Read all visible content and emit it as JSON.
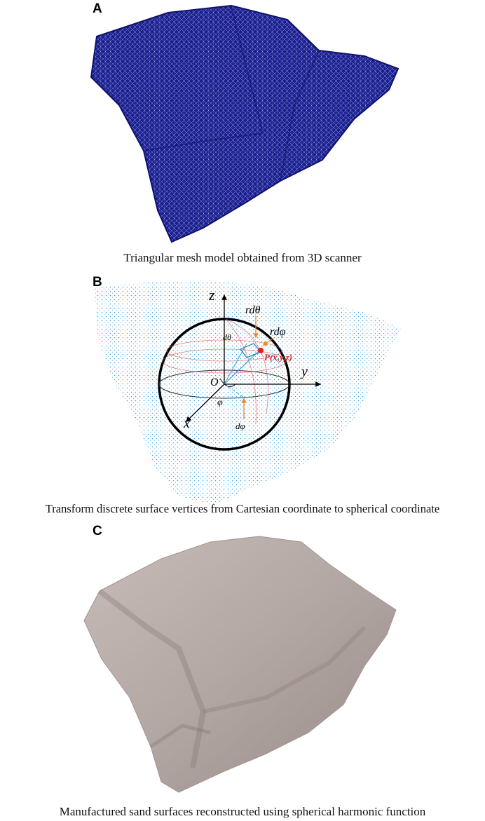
{
  "panels": [
    {
      "letter": "A",
      "caption": "Triangular mesh model obtained from 3D scanner"
    },
    {
      "letter": "B",
      "caption": "Transform discrete surface vertices from Cartesian coordinate to spherical coordinate"
    },
    {
      "letter": "C",
      "caption": "Manufactured sand surfaces reconstructed using spherical harmonic function"
    }
  ],
  "diagram_labels": {
    "z": "z",
    "y": "y",
    "x": "x",
    "origin": "O",
    "r_dtheta": "rdθ",
    "r_dphi": "rdφ",
    "dtheta": "dθ",
    "dphi": "dφ",
    "phi": "φ",
    "point": "P(x,y,z)"
  },
  "colors": {
    "mesh": "#1a1f8f",
    "cloud": "#3aa0e0",
    "surface": "#b9aeaa",
    "point": "#e02020",
    "arrow": "#f08a20"
  }
}
